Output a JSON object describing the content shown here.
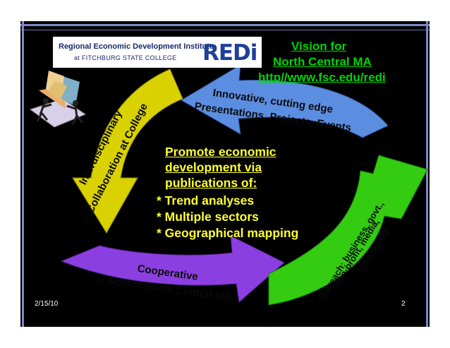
{
  "logo": {
    "line1": "Regional Economic Development Institute",
    "line2": "at FITCHBURG STATE COLLEGE",
    "brand": "REDi"
  },
  "vision": {
    "line1": "Vision for",
    "line2": "North Central MA",
    "line3": "http//www.fsc.edu/redi"
  },
  "arrows": {
    "top_line1": "Innovative, cutting edge",
    "top_line2": "-- Presentations, Projects, Events",
    "left_line1": "Interdisciplinary",
    "left_line2": "-- Collaboration at College",
    "bottom_line1": "Cooperative",
    "bottom_line2": "-- Across North Central MA",
    "right_line1": "Outreach: business, govt.,",
    "right_line2": "non-profit, media,",
    "right_line3": "community"
  },
  "main": {
    "heading1": "Promote economic",
    "heading2": "development via",
    "heading3": "publications of:",
    "bullet1": "* Trend analyses",
    "bullet2": "* Multiple sectors",
    "bullet3": "* Geographical mapping"
  },
  "footer": {
    "date": "2/15/10",
    "page": "2"
  },
  "colors": {
    "top_arrow": "#5b8ee0",
    "left_arrow": "#d9d200",
    "bottom_arrow": "#8c3fe0",
    "right_arrow": "#33cc11",
    "main_text": "#ffff33",
    "vision_text": "#00d400"
  }
}
